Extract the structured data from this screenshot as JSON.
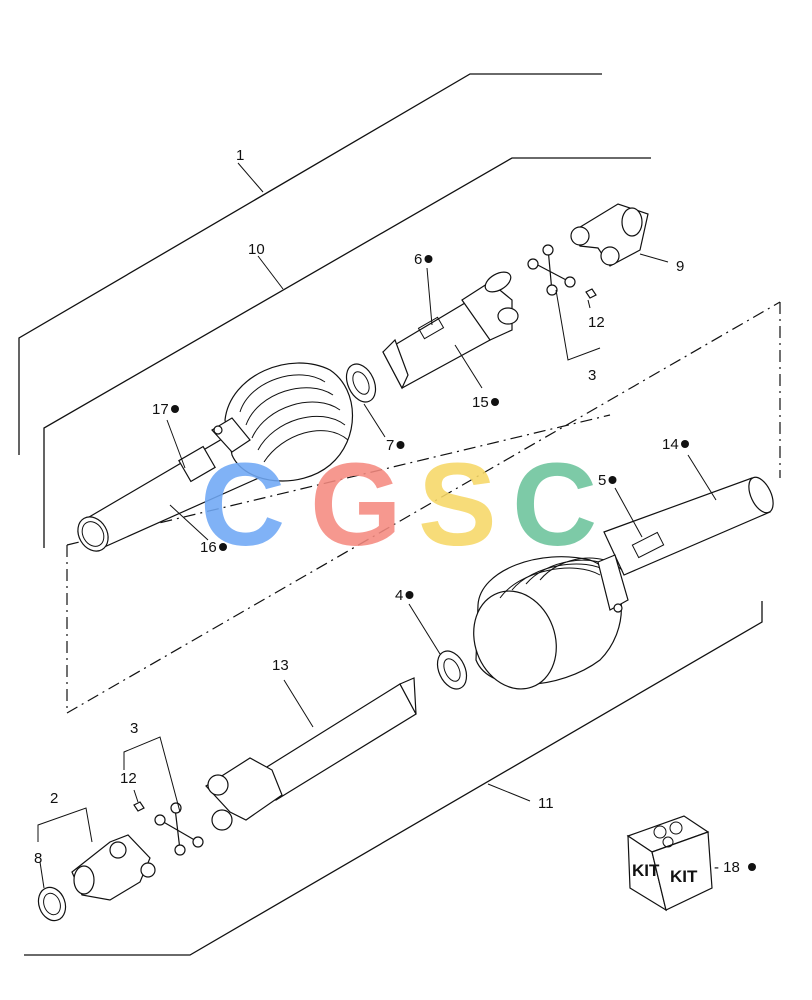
{
  "callouts": [
    {
      "id": "c1",
      "text": "1",
      "dot": false
    },
    {
      "id": "c10",
      "text": "10",
      "dot": false
    },
    {
      "id": "c6",
      "text": "6",
      "dot": true
    },
    {
      "id": "c9",
      "text": "9",
      "dot": false
    },
    {
      "id": "c12a",
      "text": "12",
      "dot": false
    },
    {
      "id": "c3a",
      "text": "3",
      "dot": false
    },
    {
      "id": "c17",
      "text": "17",
      "dot": true
    },
    {
      "id": "c7",
      "text": "7",
      "dot": true
    },
    {
      "id": "c15",
      "text": "15",
      "dot": true
    },
    {
      "id": "c14",
      "text": "14",
      "dot": true
    },
    {
      "id": "c5",
      "text": "5",
      "dot": true
    },
    {
      "id": "c16",
      "text": "16",
      "dot": true
    },
    {
      "id": "c4",
      "text": "4",
      "dot": true
    },
    {
      "id": "c13",
      "text": "13",
      "dot": false
    },
    {
      "id": "c3b",
      "text": "3",
      "dot": false
    },
    {
      "id": "c12b",
      "text": "12",
      "dot": false
    },
    {
      "id": "c2",
      "text": "2",
      "dot": false
    },
    {
      "id": "c8",
      "text": "8",
      "dot": false
    },
    {
      "id": "c11",
      "text": "11",
      "dot": false
    }
  ],
  "kit": {
    "label_left": "KIT",
    "label_right": "KIT",
    "ref": "- 18"
  },
  "watermark": {
    "letters": [
      "C",
      "G",
      "S",
      "C"
    ],
    "colors": [
      "#6fa8f5",
      "#f58a80",
      "#f7d867",
      "#6cc39c"
    ]
  }
}
